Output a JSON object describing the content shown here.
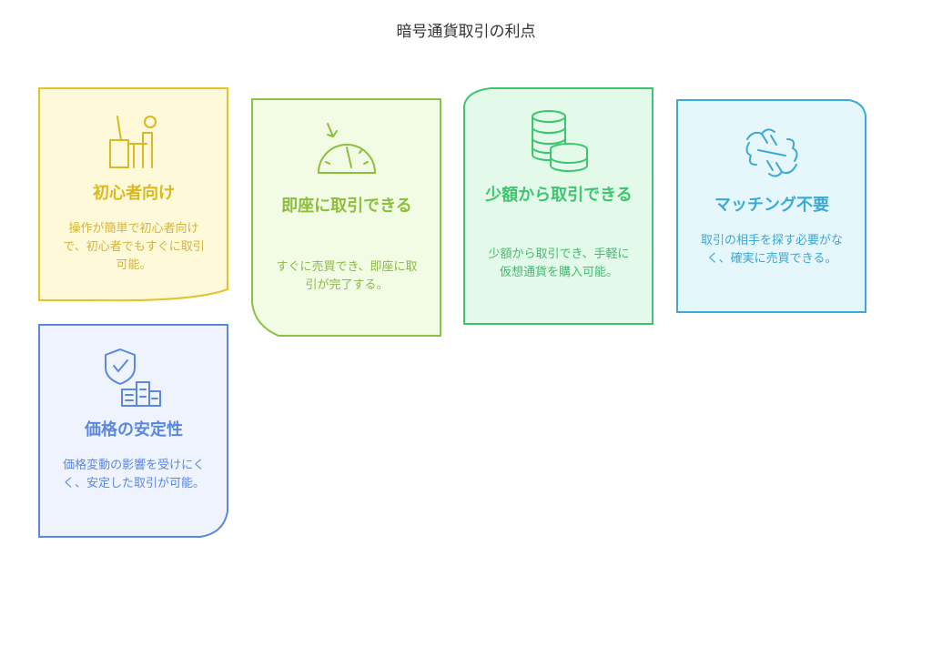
{
  "title": "暗号通貨取引の利点",
  "cards": [
    {
      "title": "初心者向け",
      "desc": "操作が簡単で初心者向けで、初心者でもすぐに取引可能。",
      "icon": "person-at-desk-icon",
      "color": "#e3c42e"
    },
    {
      "title": "即座に取引できる",
      "desc": "すぐに売買でき、即座に取引が完了する。",
      "icon": "speedometer-icon",
      "color": "#8cc04a"
    },
    {
      "title": "少額から取引できる",
      "desc": "少額から取引でき、手軽に仮想通貨を購入可能。",
      "icon": "coin-stack-icon",
      "color": "#3ec46e"
    },
    {
      "title": "マッチング不要",
      "desc": "取引の相手を探す必要がなく、確実に売買できる。",
      "icon": "handshake-icon",
      "color": "#39abd5"
    },
    {
      "title": "価格の安定性",
      "desc": "価格変動の影響を受けにくく、安定した取引が可能。",
      "icon": "shield-buildings-icon",
      "color": "#5b88dd"
    }
  ]
}
